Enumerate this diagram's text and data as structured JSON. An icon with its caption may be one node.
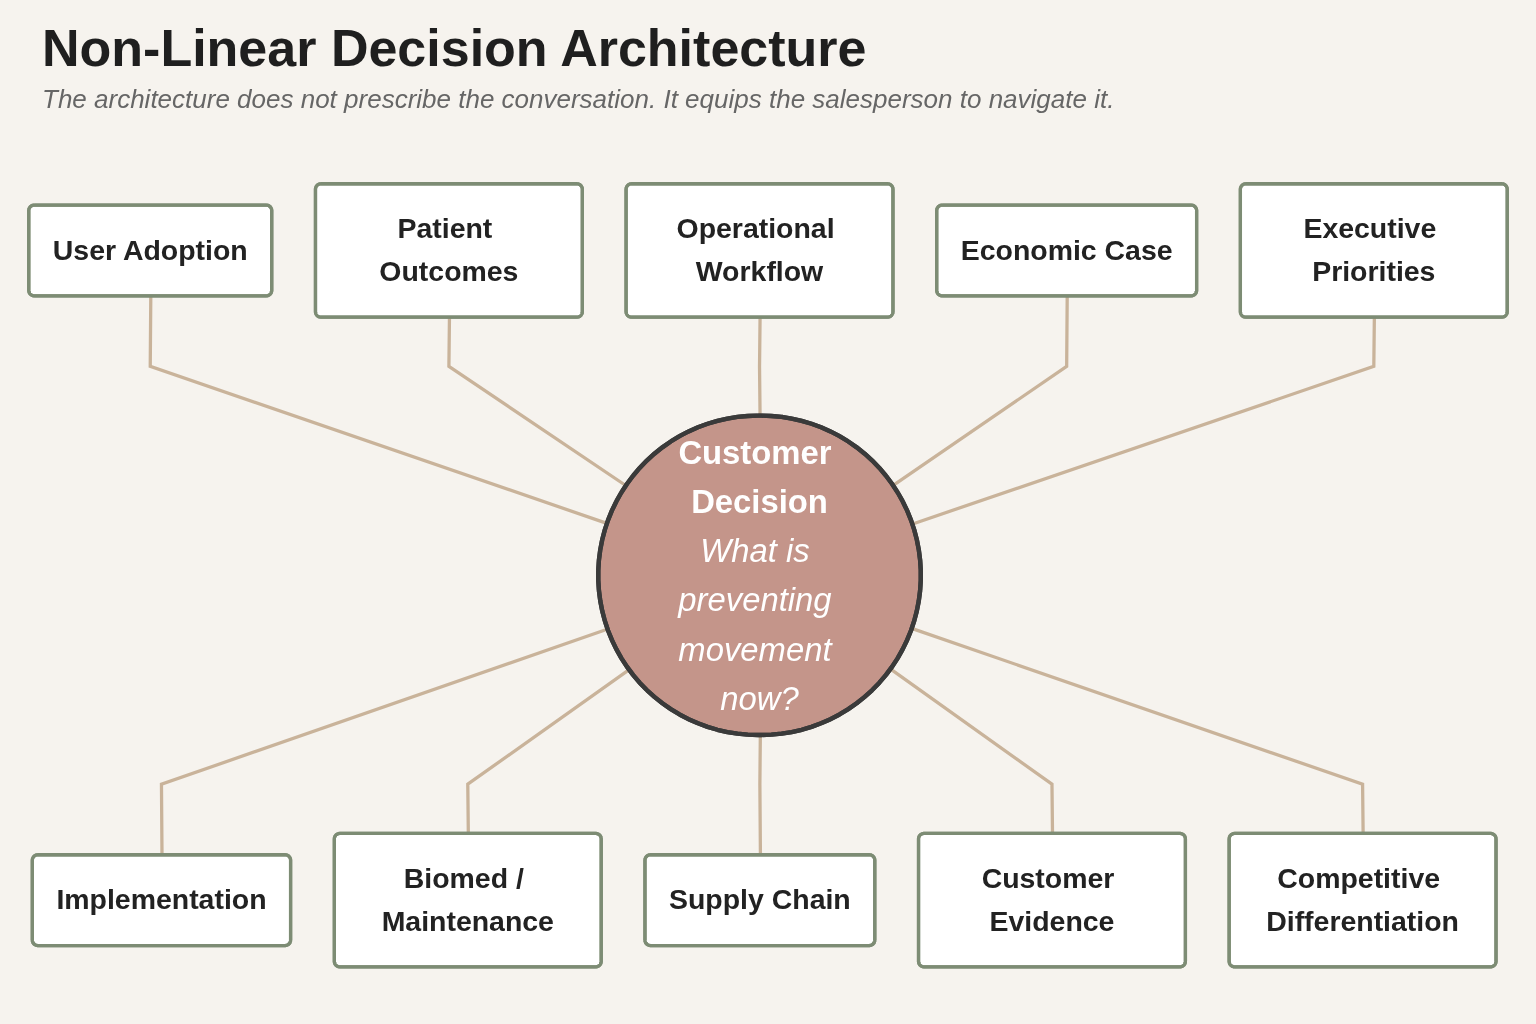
{
  "diagram": {
    "title": "Non-Linear Decision Architecture",
    "nodes": [
      {
        "text": [
          "Operational Workflow"
        ]
      },
      {
        "text": [
          "User Adoption"
        ]
      },
      {
        "text": [
          "Economic Case"
        ]
      },
      {
        "text": [
          "Patient Outcomes"
        ]
      },
      {
        "text": [
          "Customer Decision",
          "What is preventing movement now?"
        ]
      },
      {
        "text": [
          "Executive Priorities"
        ]
      },
      {
        "text": [
          "Implementation"
        ]
      },
      {
        "text": [
          "Competitive Differentiation"
        ]
      },
      {
        "text": [
          "Biomed / Maintenance"
        ]
      },
      {
        "text": [
          "Supply Chain"
        ]
      },
      {
        "text": [
          "Customer Evidence"
        ]
      }
    ],
    "edges": [
      {
        "from": 1,
        "to": 4,
        "arrow": "none"
      },
      {
        "from": 3,
        "to": 4,
        "arrow": "none"
      },
      {
        "from": 0,
        "to": 4,
        "arrow": "none"
      },
      {
        "from": 2,
        "to": 4,
        "arrow": "none"
      },
      {
        "from": 5,
        "to": 4,
        "arrow": "none"
      },
      {
        "from": 4,
        "to": 6,
        "arrow": "none"
      },
      {
        "from": 4,
        "to": 8,
        "arrow": "none"
      },
      {
        "from": 4,
        "to": 9,
        "arrow": "none"
      },
      {
        "from": 4,
        "to": 10,
        "arrow": "none"
      },
      {
        "from": 4,
        "to": 7,
        "arrow": "none"
      }
    ],
    "labels": [
      "The architecture does not prescribe the conversation. It equips the salesperson to navigate it."
    ]
  }
}
